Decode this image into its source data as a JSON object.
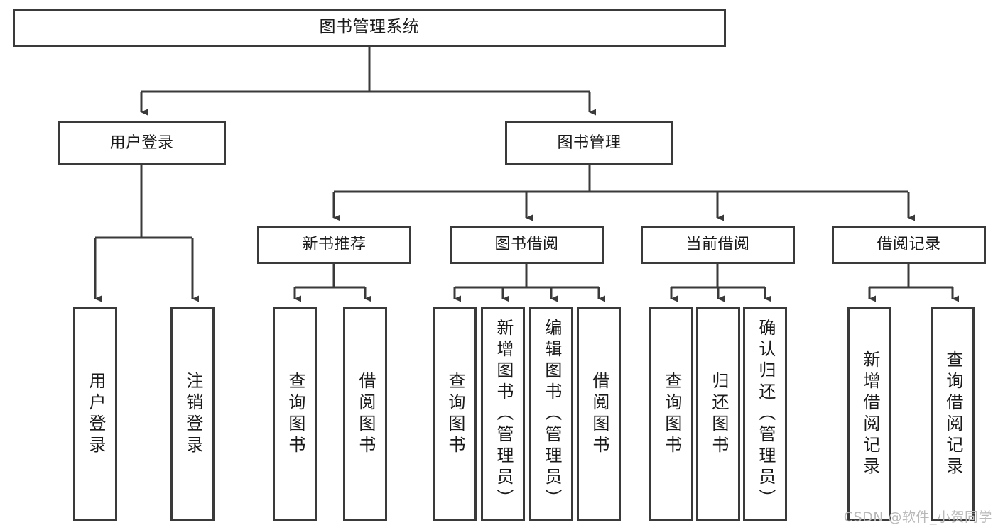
{
  "diagram": {
    "title": "图书管理系统",
    "watermark": "CSDN @软件_小贺同学",
    "colors": {
      "background": "#ffffff",
      "box_border": "#3a3a3a",
      "box_fill": "#ffffff",
      "text": "#1a1a1a",
      "connector": "#3a3a3a",
      "watermark": "#b9b9b9"
    },
    "nodes": {
      "root": "图书管理系统",
      "user_login": "用户登录",
      "book_manage": "图书管理",
      "new_book_rec": "新书推荐",
      "book_borrow": "图书借阅",
      "current_borrow": "当前借阅",
      "borrow_record": "借阅记录",
      "leaf_user_login": "用户登录",
      "leaf_user_logout": "注销登录",
      "leaf_rec_query_book": "查询图书",
      "leaf_rec_borrow_book": "借阅图书",
      "leaf_borrow_query_book": "查询图书",
      "leaf_borrow_add_book": "新增图书（管理员）",
      "leaf_borrow_edit_book": "编辑图书（管理员）",
      "leaf_borrow_borrow_book": "借阅图书",
      "leaf_cur_query_book": "查询图书",
      "leaf_cur_return_book": "归还图书",
      "leaf_cur_confirm_return": "确认归还（管理员）",
      "leaf_rec_add_record": "新增借阅记录",
      "leaf_rec_query_record": "查询借阅记录"
    }
  }
}
